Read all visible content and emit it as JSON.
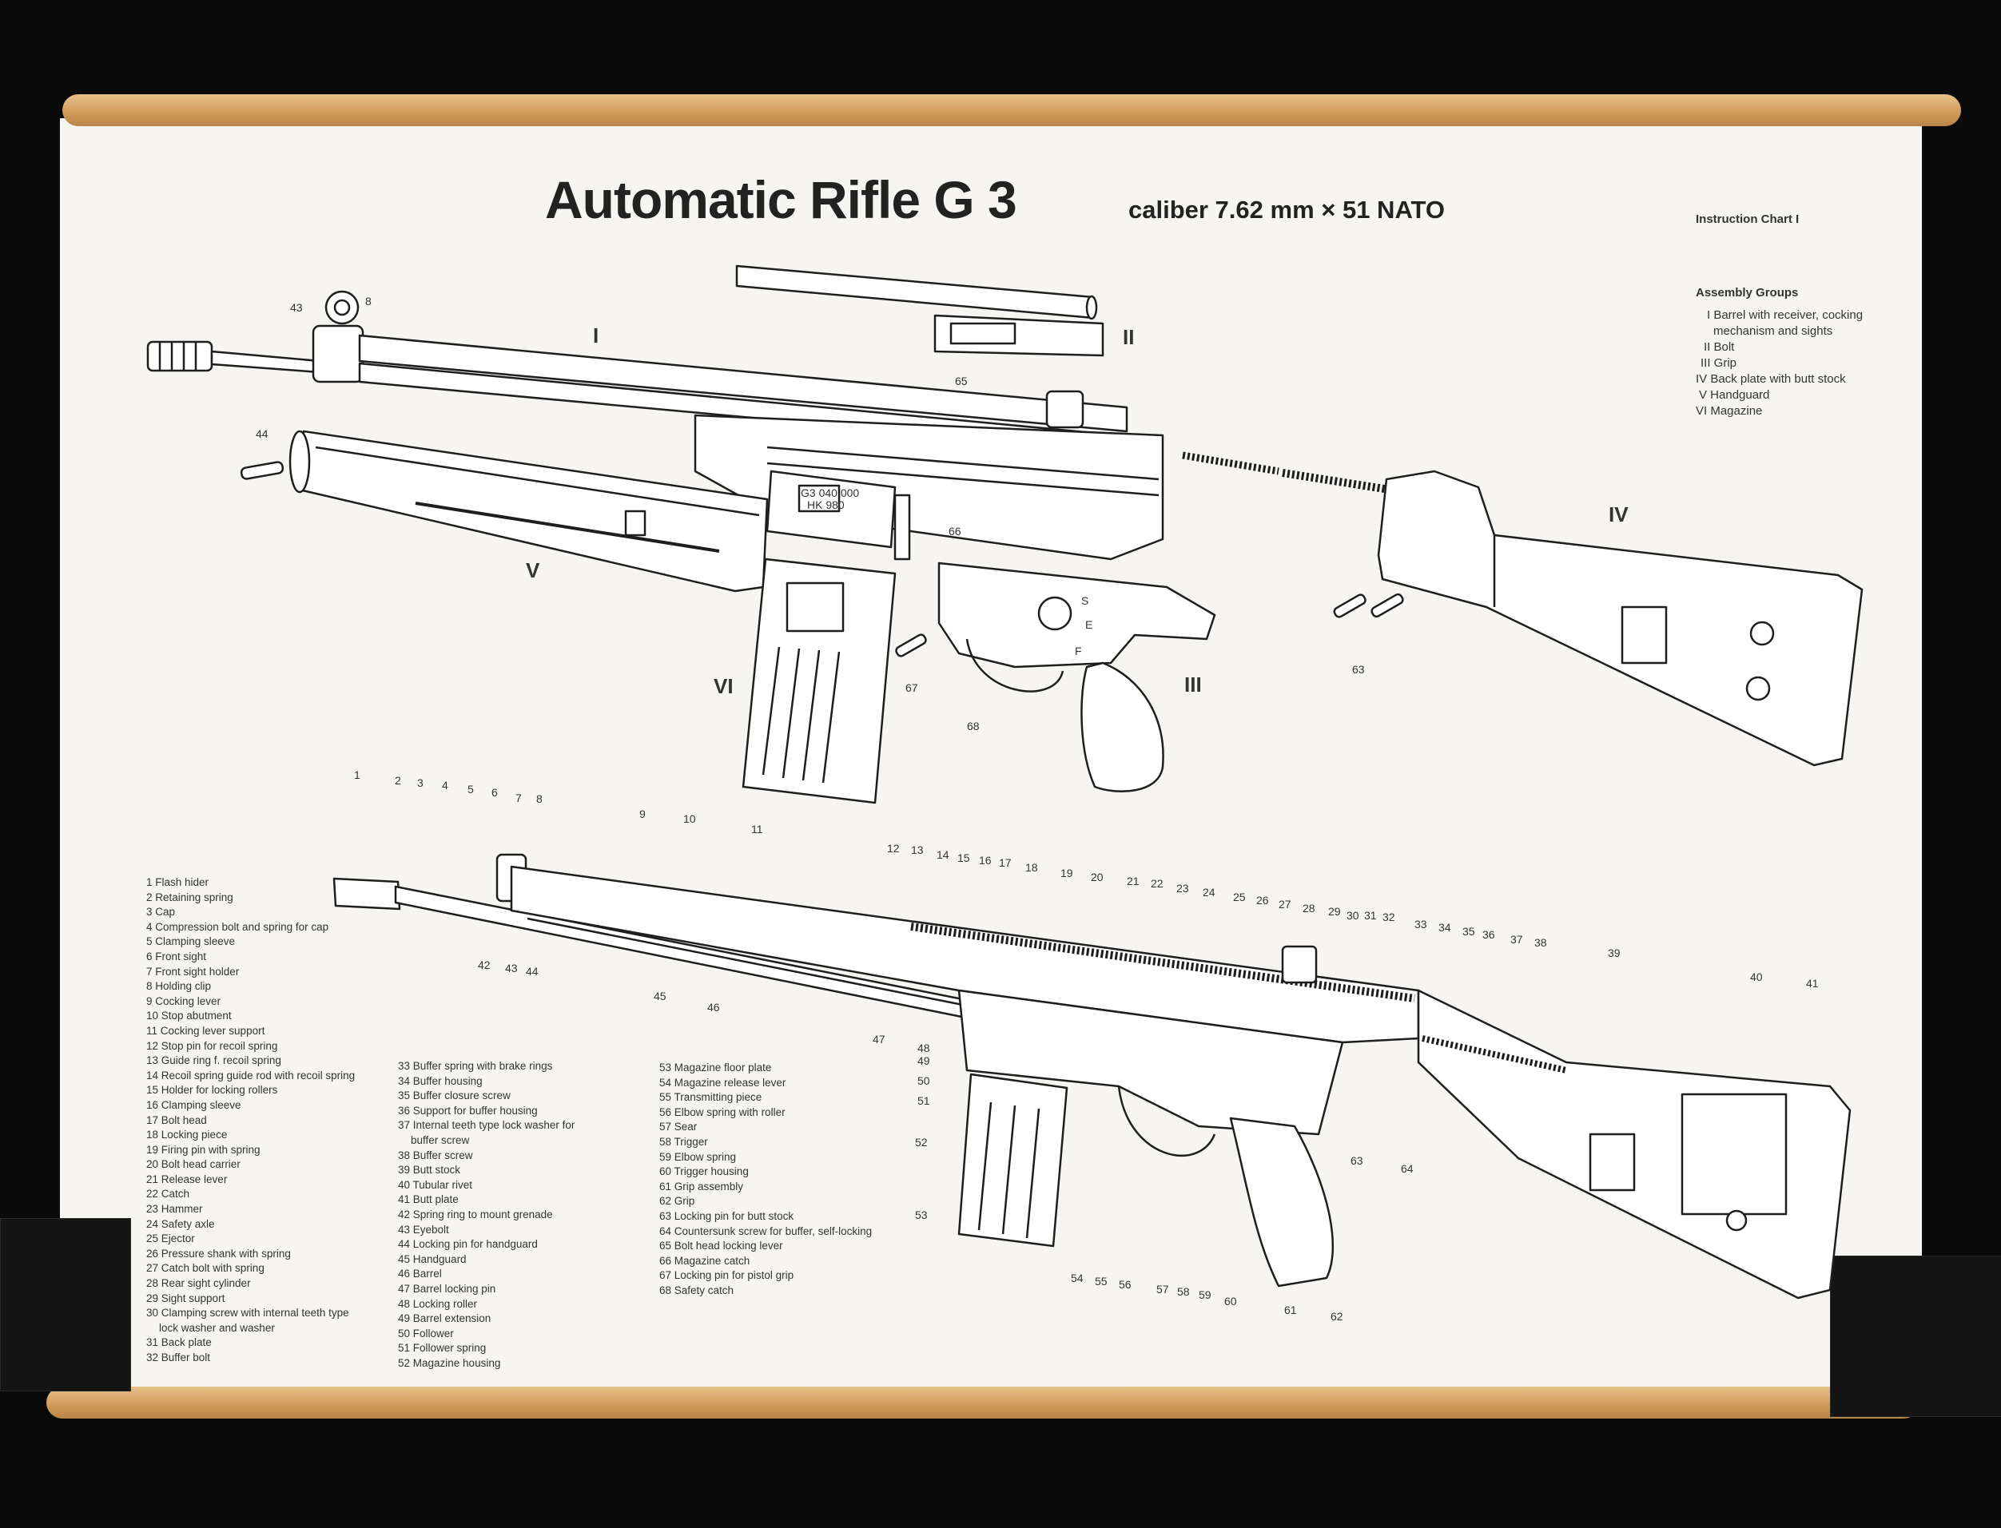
{
  "title": "Automatic Rifle G 3",
  "subtitle": "caliber 7.62 mm × 51 NATO",
  "chart_label": "Instruction Chart I",
  "assembly_groups": {
    "heading": "Assembly Groups",
    "items": [
      "I Barrel with receiver, cocking",
      "mechanism and sights",
      "II Bolt",
      "III Grip",
      "IV Back plate with butt stock",
      "V Handguard",
      "VI Magazine"
    ]
  },
  "exploded_view": {
    "roman_labels": [
      "I",
      "II",
      "III",
      "IV",
      "V",
      "VI"
    ],
    "part_labels": [
      "43",
      "8",
      "44",
      "65",
      "66",
      "67",
      "68",
      "63"
    ]
  },
  "cutaway_numbers": [
    "1",
    "2",
    "3",
    "4",
    "5",
    "6",
    "7",
    "8",
    "9",
    "10",
    "11",
    "12",
    "13",
    "14",
    "15",
    "16",
    "17",
    "18",
    "19",
    "20",
    "21",
    "22",
    "23",
    "24",
    "25",
    "26",
    "27",
    "28",
    "29",
    "30",
    "31",
    "32",
    "33",
    "34",
    "35",
    "36",
    "37",
    "38",
    "39",
    "40",
    "41",
    "42",
    "43",
    "44",
    "45",
    "46",
    "47",
    "48",
    "49",
    "50",
    "51",
    "52",
    "53",
    "54",
    "55",
    "56",
    "57",
    "58",
    "59",
    "60",
    "61",
    "62",
    "63",
    "64"
  ],
  "legend_col1": [
    "1 Flash hider",
    "2 Retaining spring",
    "3 Cap",
    "4 Compression bolt and spring for cap",
    "5 Clamping sleeve",
    "6 Front sight",
    "7 Front sight holder",
    "8 Holding clip",
    "9 Cocking lever",
    "10 Stop abutment",
    "11 Cocking lever support",
    "12 Stop pin for recoil spring",
    "13 Guide ring f. recoil spring",
    "14 Recoil spring guide rod with recoil spring",
    "15 Holder for locking rollers",
    "16 Clamping sleeve",
    "17 Bolt head",
    "18 Locking piece",
    "19 Firing pin with spring",
    "20 Bolt head carrier",
    "21 Release lever",
    "22 Catch",
    "23 Hammer",
    "24 Safety axle",
    "25 Ejector",
    "26 Pressure shank with spring",
    "27 Catch bolt with spring",
    "28 Rear sight cylinder",
    "29 Sight support",
    "30 Clamping screw with internal teeth type",
    "lock washer and washer",
    "31 Back plate",
    "32 Buffer bolt"
  ],
  "legend_col2": [
    "33 Buffer spring with brake rings",
    "34 Buffer housing",
    "35 Buffer closure screw",
    "36 Support for buffer housing",
    "37 Internal teeth type lock washer for",
    "buffer screw",
    "38 Buffer screw",
    "39 Butt stock",
    "40 Tubular rivet",
    "41 Butt plate",
    "42 Spring ring to mount grenade",
    "43 Eyebolt",
    "44 Locking pin for handguard",
    "45 Handguard",
    "46 Barrel",
    "47 Barrel locking pin",
    "48 Locking roller",
    "49 Barrel extension",
    "50 Follower",
    "51 Follower spring",
    "52 Magazine housing"
  ],
  "legend_col3": [
    "53 Magazine floor plate",
    "54 Magazine release lever",
    "55 Transmitting piece",
    "56 Elbow spring with roller",
    "57 Sear",
    "58 Trigger",
    "59 Elbow spring",
    "60 Trigger housing",
    "61 Grip assembly",
    "62 Grip",
    "63 Locking pin for butt stock",
    "64 Countersunk screw for buffer, self-locking",
    "65 Bolt head locking lever",
    "66 Magazine catch",
    "67 Locking pin for pistol grip",
    "68 Safety catch"
  ],
  "magazine_stamp": [
    "G3 040 000",
    "HK 980"
  ],
  "selector_letters": [
    "S",
    "E",
    "F"
  ]
}
